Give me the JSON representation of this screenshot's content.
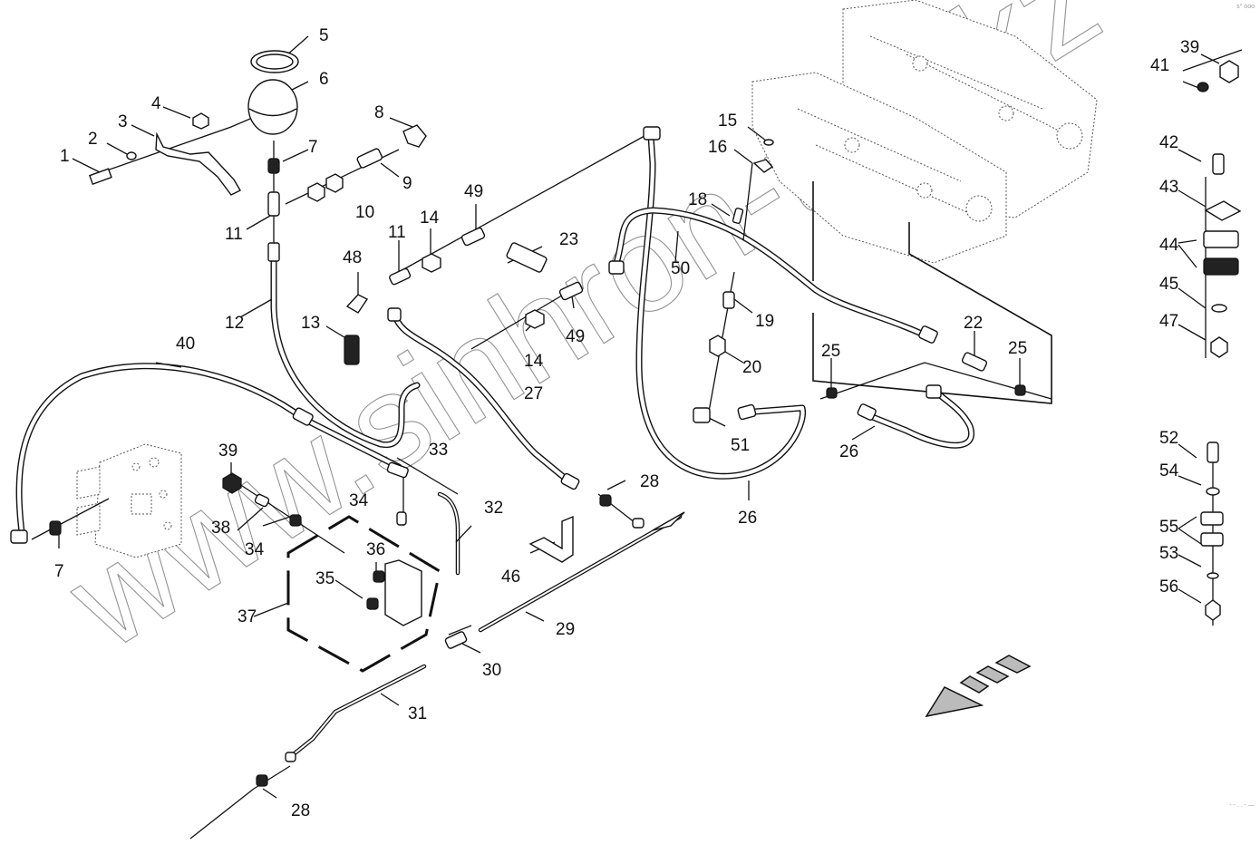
{
  "diagram": {
    "title": "Hydraulic brake / accumulator hose assembly — exploded parts view",
    "watermark_text": "www.sinhron-too.kz",
    "corner_mark_top": "s° ooo",
    "corner_mark_bottom": "- - . . - —",
    "direction_indicator": "front-direction-arrow",
    "callouts": {
      "c1": "1",
      "c2": "2",
      "c3": "3",
      "c4": "4",
      "c5": "5",
      "c6": "6",
      "c7a": "7",
      "c7b": "7",
      "c8": "8",
      "c9": "9",
      "c10": "10",
      "c11a": "11",
      "c11b": "11",
      "c12": "12",
      "c13": "13",
      "c14a": "14",
      "c14b": "14",
      "c15": "15",
      "c16": "16",
      "c18": "18",
      "c19": "19",
      "c20": "20",
      "c22": "22",
      "c23": "23",
      "c25a": "25",
      "c25b": "25",
      "c26a": "26",
      "c26b": "26",
      "c27": "27",
      "c28a": "28",
      "c28b": "28",
      "c29": "29",
      "c30": "30",
      "c31": "31",
      "c32": "32",
      "c33": "33",
      "c34a": "34",
      "c34b": "34",
      "c35": "35",
      "c36": "36",
      "c37": "37",
      "c38": "38",
      "c39a": "39",
      "c39b": "39",
      "c40": "40",
      "c41": "41",
      "c42": "42",
      "c43": "43",
      "c44": "44",
      "c45": "45",
      "c46": "46",
      "c47": "47",
      "c48": "48",
      "c49a": "49",
      "c49b": "49",
      "c50": "50",
      "c51": "51",
      "c52": "52",
      "c53": "53",
      "c54": "54",
      "c55": "55",
      "c56": "56"
    }
  }
}
